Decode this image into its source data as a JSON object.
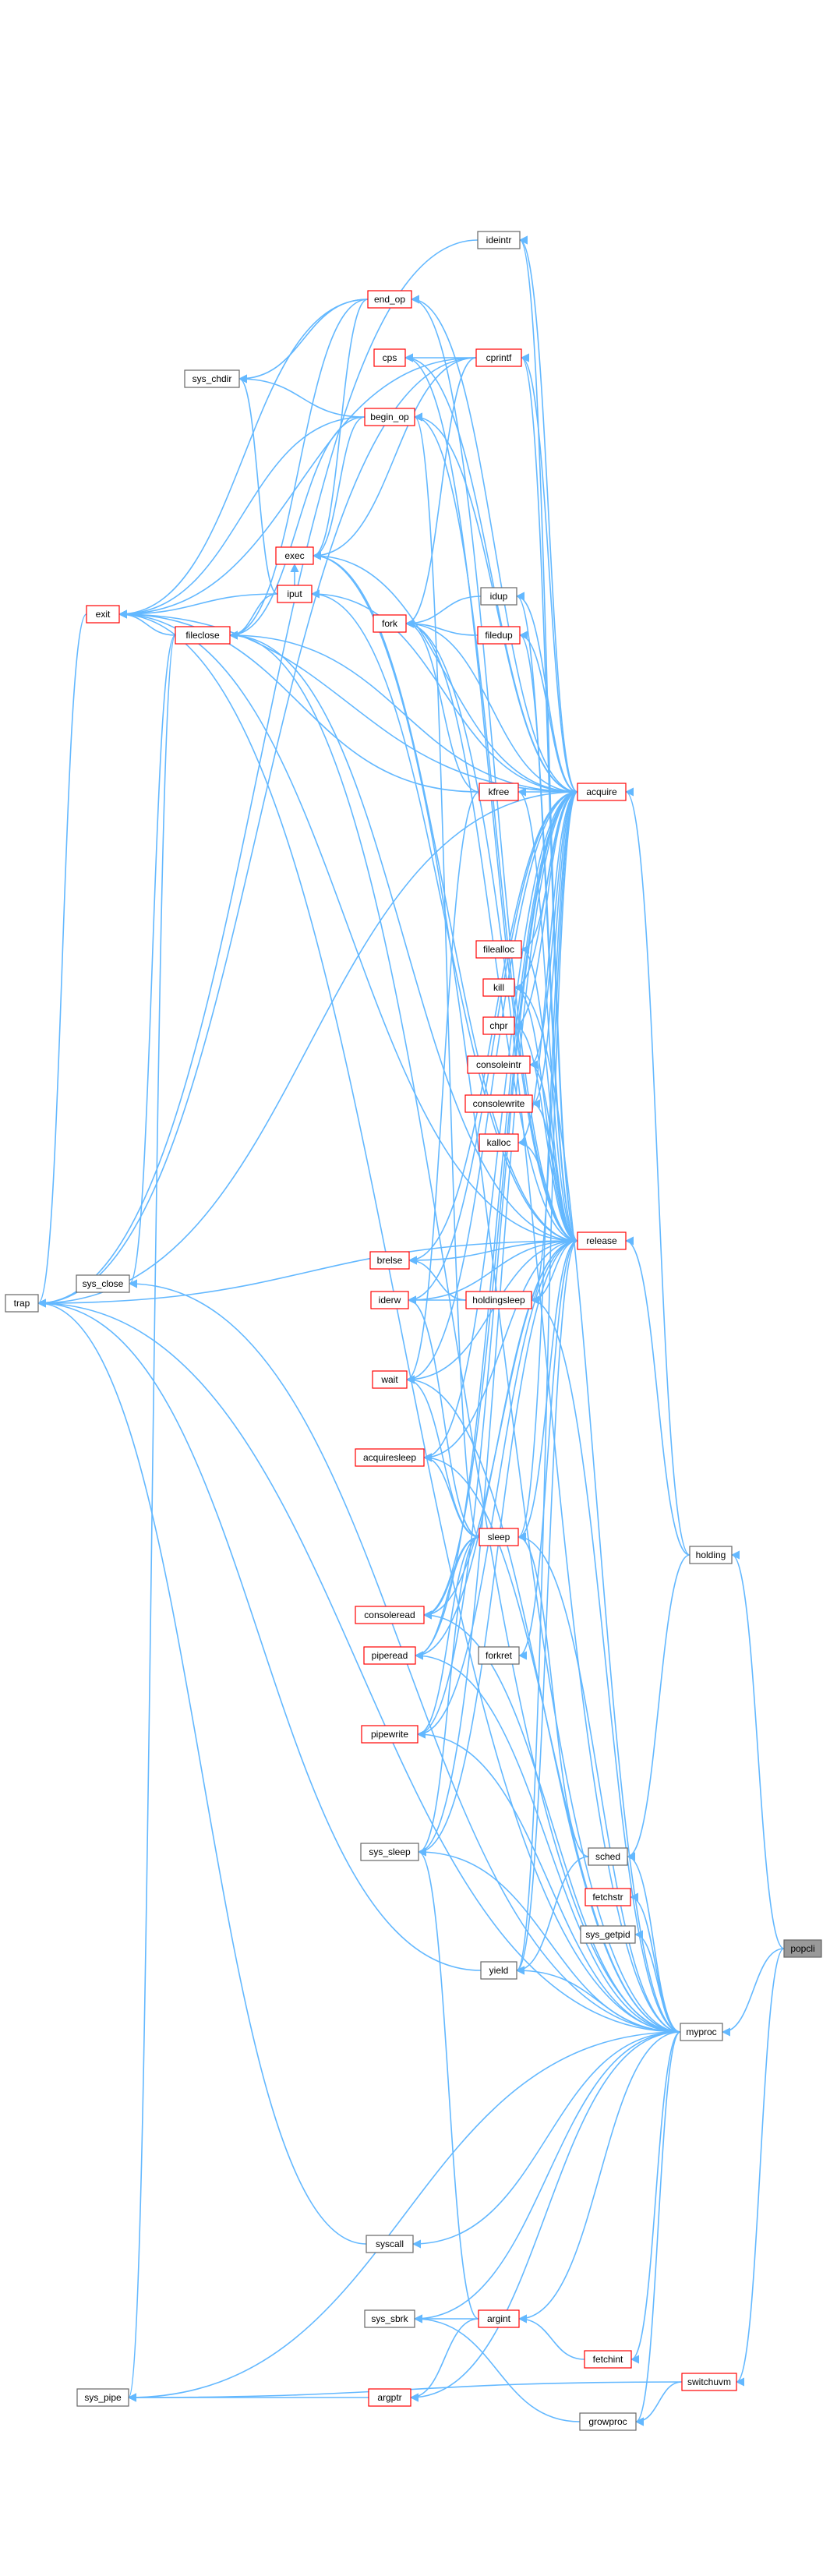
{
  "colors": {
    "edge": "#63b8ff",
    "border_default": "#666666",
    "border_red": "#ff0000",
    "focus_fill": "#999999",
    "text": "#000000"
  },
  "nodes": [
    {
      "id": "popcli",
      "label": "popcli",
      "style": "focus"
    },
    {
      "id": "holding",
      "label": "holding",
      "style": "default"
    },
    {
      "id": "myproc",
      "label": "myproc",
      "style": "default"
    },
    {
      "id": "switchuvm",
      "label": "switchuvm",
      "style": "red"
    },
    {
      "id": "acquire",
      "label": "acquire",
      "style": "red"
    },
    {
      "id": "release",
      "label": "release",
      "style": "red"
    },
    {
      "id": "sched",
      "label": "sched",
      "style": "default"
    },
    {
      "id": "fetchstr",
      "label": "fetchstr",
      "style": "red"
    },
    {
      "id": "sys_getpid",
      "label": "sys_getpid",
      "style": "default"
    },
    {
      "id": "yield",
      "label": "yield",
      "style": "default"
    },
    {
      "id": "forkret",
      "label": "forkret",
      "style": "default"
    },
    {
      "id": "sleep",
      "label": "sleep",
      "style": "red"
    },
    {
      "id": "holdingsleep",
      "label": "holdingsleep",
      "style": "red"
    },
    {
      "id": "kfree",
      "label": "kfree",
      "style": "red"
    },
    {
      "id": "filealloc",
      "label": "filealloc",
      "style": "red"
    },
    {
      "id": "kill",
      "label": "kill",
      "style": "red"
    },
    {
      "id": "chpr",
      "label": "chpr",
      "style": "red"
    },
    {
      "id": "consoleintr",
      "label": "consoleintr",
      "style": "red"
    },
    {
      "id": "consolewrite",
      "label": "consolewrite",
      "style": "red"
    },
    {
      "id": "kalloc",
      "label": "kalloc",
      "style": "red"
    },
    {
      "id": "idup",
      "label": "idup",
      "style": "default"
    },
    {
      "id": "filedup",
      "label": "filedup",
      "style": "red"
    },
    {
      "id": "cprintf",
      "label": "cprintf",
      "style": "red"
    },
    {
      "id": "ideintr",
      "label": "ideintr",
      "style": "default"
    },
    {
      "id": "cps",
      "label": "cps",
      "style": "red"
    },
    {
      "id": "end_op",
      "label": "end_op",
      "style": "red"
    },
    {
      "id": "begin_op",
      "label": "begin_op",
      "style": "red"
    },
    {
      "id": "sys_chdir",
      "label": "sys_chdir",
      "style": "default"
    },
    {
      "id": "exec",
      "label": "exec",
      "style": "red"
    },
    {
      "id": "iput",
      "label": "iput",
      "style": "red"
    },
    {
      "id": "exit",
      "label": "exit",
      "style": "red"
    },
    {
      "id": "fileclose",
      "label": "fileclose",
      "style": "red"
    },
    {
      "id": "fork",
      "label": "fork",
      "style": "red"
    },
    {
      "id": "brelse",
      "label": "brelse",
      "style": "red"
    },
    {
      "id": "iderw",
      "label": "iderw",
      "style": "red"
    },
    {
      "id": "wait",
      "label": "wait",
      "style": "red"
    },
    {
      "id": "acquiresleep",
      "label": "acquiresleep",
      "style": "red"
    },
    {
      "id": "consoleread",
      "label": "consoleread",
      "style": "red"
    },
    {
      "id": "piperead",
      "label": "piperead",
      "style": "red"
    },
    {
      "id": "pipewrite",
      "label": "pipewrite",
      "style": "red"
    },
    {
      "id": "sys_sleep",
      "label": "sys_sleep",
      "style": "default"
    },
    {
      "id": "syscall",
      "label": "syscall",
      "style": "default"
    },
    {
      "id": "sys_sbrk",
      "label": "sys_sbrk",
      "style": "default"
    },
    {
      "id": "argint",
      "label": "argint",
      "style": "red"
    },
    {
      "id": "fetchint",
      "label": "fetchint",
      "style": "red"
    },
    {
      "id": "argptr",
      "label": "argptr",
      "style": "red"
    },
    {
      "id": "growproc",
      "label": "growproc",
      "style": "default"
    },
    {
      "id": "sys_pipe",
      "label": "sys_pipe",
      "style": "default"
    },
    {
      "id": "sys_close",
      "label": "sys_close",
      "style": "default"
    },
    {
      "id": "trap",
      "label": "trap",
      "style": "default"
    }
  ],
  "edges": [
    [
      "holding",
      "popcli"
    ],
    [
      "myproc",
      "popcli"
    ],
    [
      "switchuvm",
      "popcli"
    ],
    [
      "acquire",
      "holding"
    ],
    [
      "release",
      "holding"
    ],
    [
      "sched",
      "holding"
    ],
    [
      "growproc",
      "switchuvm"
    ],
    [
      "sys_pipe",
      "switchuvm"
    ],
    [
      "sched",
      "myproc"
    ],
    [
      "fetchstr",
      "myproc"
    ],
    [
      "sys_getpid",
      "myproc"
    ],
    [
      "yield",
      "myproc"
    ],
    [
      "sleep",
      "myproc"
    ],
    [
      "holdingsleep",
      "myproc"
    ],
    [
      "wait",
      "myproc"
    ],
    [
      "acquiresleep",
      "myproc"
    ],
    [
      "piperead",
      "myproc"
    ],
    [
      "pipewrite",
      "myproc"
    ],
    [
      "sys_sleep",
      "myproc"
    ],
    [
      "syscall",
      "myproc"
    ],
    [
      "sys_sbrk",
      "myproc"
    ],
    [
      "argint",
      "myproc"
    ],
    [
      "fetchint",
      "myproc"
    ],
    [
      "argptr",
      "myproc"
    ],
    [
      "growproc",
      "myproc"
    ],
    [
      "exit",
      "myproc"
    ],
    [
      "fork",
      "myproc"
    ],
    [
      "exec",
      "myproc"
    ],
    [
      "fileclose",
      "myproc"
    ],
    [
      "sys_close",
      "myproc"
    ],
    [
      "trap",
      "myproc"
    ],
    [
      "sys_pipe",
      "myproc"
    ],
    [
      "kill",
      "myproc"
    ],
    [
      "consoleread",
      "myproc"
    ],
    [
      "yield",
      "sched"
    ],
    [
      "sleep",
      "sched"
    ],
    [
      "forkret",
      "release"
    ],
    [
      "yield",
      "release"
    ],
    [
      "sleep",
      "release"
    ],
    [
      "holdingsleep",
      "release"
    ],
    [
      "kfree",
      "release"
    ],
    [
      "filealloc",
      "release"
    ],
    [
      "kill",
      "release"
    ],
    [
      "chpr",
      "release"
    ],
    [
      "consoleintr",
      "release"
    ],
    [
      "consolewrite",
      "release"
    ],
    [
      "kalloc",
      "release"
    ],
    [
      "idup",
      "release"
    ],
    [
      "filedup",
      "release"
    ],
    [
      "cprintf",
      "release"
    ],
    [
      "ideintr",
      "release"
    ],
    [
      "cps",
      "release"
    ],
    [
      "end_op",
      "release"
    ],
    [
      "begin_op",
      "release"
    ],
    [
      "iput",
      "release"
    ],
    [
      "exit",
      "release"
    ],
    [
      "fileclose",
      "release"
    ],
    [
      "fork",
      "release"
    ],
    [
      "brelse",
      "release"
    ],
    [
      "iderw",
      "release"
    ],
    [
      "wait",
      "release"
    ],
    [
      "acquiresleep",
      "release"
    ],
    [
      "consoleread",
      "release"
    ],
    [
      "piperead",
      "release"
    ],
    [
      "pipewrite",
      "release"
    ],
    [
      "sys_sleep",
      "release"
    ],
    [
      "exec",
      "release"
    ],
    [
      "trap",
      "release"
    ],
    [
      "yield",
      "acquire"
    ],
    [
      "sleep",
      "acquire"
    ],
    [
      "holdingsleep",
      "acquire"
    ],
    [
      "kfree",
      "acquire"
    ],
    [
      "filealloc",
      "acquire"
    ],
    [
      "kill",
      "acquire"
    ],
    [
      "chpr",
      "acquire"
    ],
    [
      "consoleintr",
      "acquire"
    ],
    [
      "consolewrite",
      "acquire"
    ],
    [
      "kalloc",
      "acquire"
    ],
    [
      "idup",
      "acquire"
    ],
    [
      "filedup",
      "acquire"
    ],
    [
      "cprintf",
      "acquire"
    ],
    [
      "ideintr",
      "acquire"
    ],
    [
      "cps",
      "acquire"
    ],
    [
      "end_op",
      "acquire"
    ],
    [
      "begin_op",
      "acquire"
    ],
    [
      "iput",
      "acquire"
    ],
    [
      "exit",
      "acquire"
    ],
    [
      "fileclose",
      "acquire"
    ],
    [
      "fork",
      "acquire"
    ],
    [
      "iderw",
      "acquire"
    ],
    [
      "wait",
      "acquire"
    ],
    [
      "acquiresleep",
      "acquire"
    ],
    [
      "consoleread",
      "acquire"
    ],
    [
      "piperead",
      "acquire"
    ],
    [
      "pipewrite",
      "acquire"
    ],
    [
      "sys_sleep",
      "acquire"
    ],
    [
      "exec",
      "acquire"
    ],
    [
      "trap",
      "acquire"
    ],
    [
      "brelse",
      "acquire"
    ],
    [
      "acquiresleep",
      "sleep"
    ],
    [
      "begin_op",
      "sleep"
    ],
    [
      "consoleread",
      "sleep"
    ],
    [
      "iderw",
      "sleep"
    ],
    [
      "piperead",
      "sleep"
    ],
    [
      "pipewrite",
      "sleep"
    ],
    [
      "sys_sleep",
      "sleep"
    ],
    [
      "wait",
      "sleep"
    ],
    [
      "brelse",
      "holdingsleep"
    ],
    [
      "iderw",
      "holdingsleep"
    ],
    [
      "exit",
      "kfree"
    ],
    [
      "fork",
      "kfree"
    ],
    [
      "wait",
      "kfree"
    ],
    [
      "fork",
      "idup"
    ],
    [
      "fork",
      "filedup"
    ],
    [
      "cps",
      "cprintf"
    ],
    [
      "exec",
      "cprintf"
    ],
    [
      "exit",
      "cprintf"
    ],
    [
      "trap",
      "cprintf"
    ],
    [
      "fork",
      "cprintf"
    ],
    [
      "trap",
      "ideintr"
    ],
    [
      "exit",
      "end_op"
    ],
    [
      "exec",
      "end_op"
    ],
    [
      "fileclose",
      "end_op"
    ],
    [
      "sys_chdir",
      "end_op"
    ],
    [
      "exit",
      "begin_op"
    ],
    [
      "fileclose",
      "begin_op"
    ],
    [
      "sys_chdir",
      "begin_op"
    ],
    [
      "exec",
      "begin_op"
    ],
    [
      "exit",
      "iput"
    ],
    [
      "fileclose",
      "iput"
    ],
    [
      "exec",
      "iput"
    ],
    [
      "sys_chdir",
      "iput"
    ],
    [
      "exit",
      "fileclose"
    ],
    [
      "sys_close",
      "fileclose"
    ],
    [
      "sys_pipe",
      "fileclose"
    ],
    [
      "trap",
      "exit"
    ],
    [
      "trap",
      "yield"
    ],
    [
      "trap",
      "syscall"
    ],
    [
      "sys_sbrk",
      "argint"
    ],
    [
      "argptr",
      "argint"
    ],
    [
      "sys_sleep",
      "argint"
    ],
    [
      "argint",
      "fetchint"
    ],
    [
      "sys_pipe",
      "argptr"
    ],
    [
      "sys_sbrk",
      "growproc"
    ]
  ]
}
